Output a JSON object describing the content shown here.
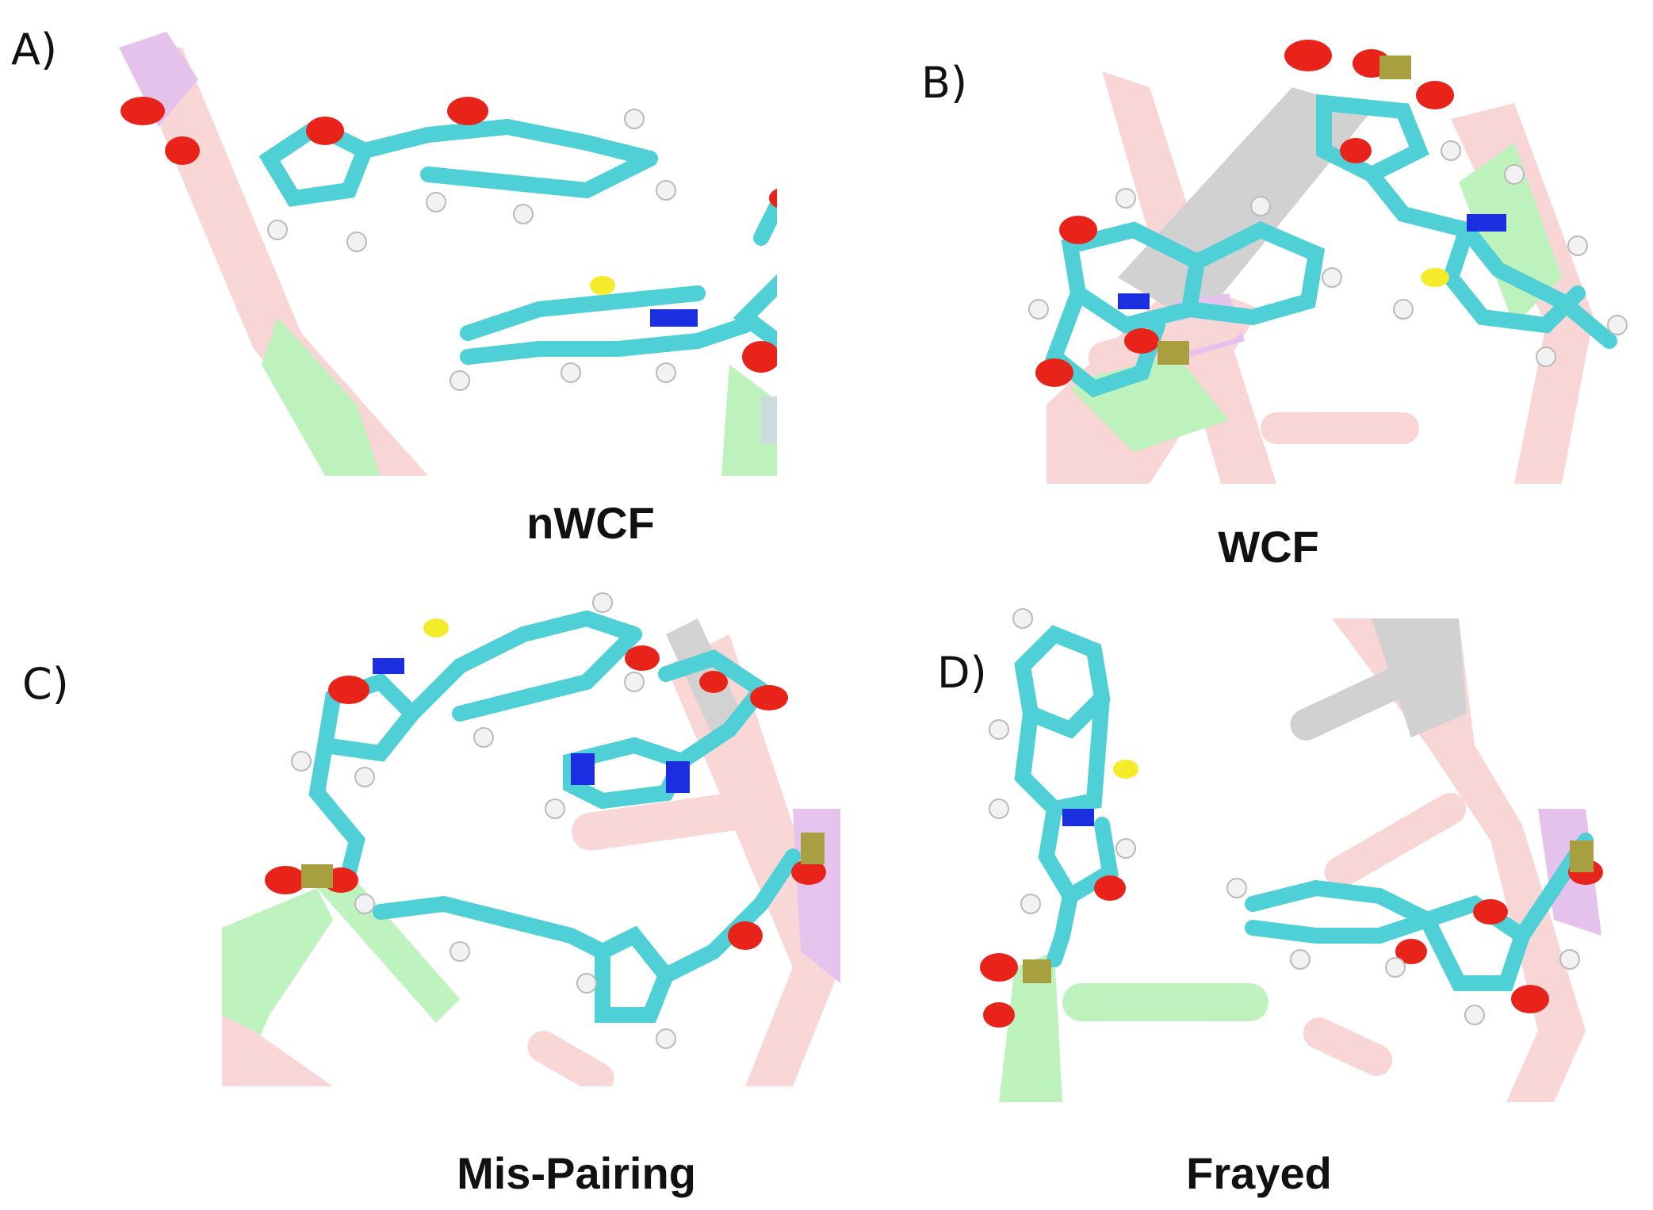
{
  "panels": [
    {
      "letter": "A)",
      "caption": "nWCF"
    },
    {
      "letter": "B)",
      "caption": "WCF"
    },
    {
      "letter": "C)",
      "caption": "Mis-Pairing"
    },
    {
      "letter": "D)",
      "caption": "Frayed"
    }
  ],
  "colors": {
    "carbon": "#4fd0d6",
    "oxygen": "#e8231a",
    "hydrogen": "#f2f2f2",
    "nitrogen": "#1c2fe0",
    "sulfur": "#f4ec2a",
    "phosphorus": "#a8a040",
    "backbone_pink": "#f2a6a6",
    "backbone_green": "#6fe36f",
    "backbone_purple": "#c77ad6",
    "backbone_gray": "#9a9a9a"
  }
}
